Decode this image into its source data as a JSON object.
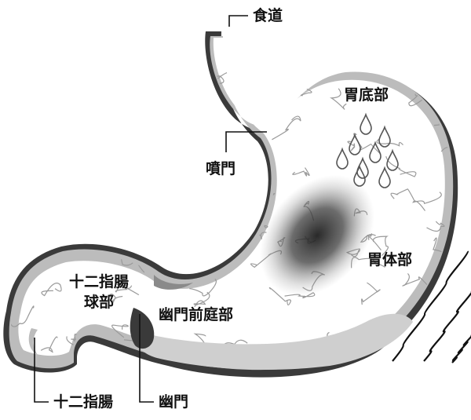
{
  "labels": {
    "esophagus": "食道",
    "fundus": "胃底部",
    "cardia": "噴門",
    "body": "胃体部",
    "duodenal_bulb_line1": "十二指腸",
    "duodenal_bulb_line2": "球部",
    "pyloric_antrum": "幽門前庭部",
    "duodenum": "十二指腸",
    "pylorus": "幽門"
  },
  "colors": {
    "outer_wall": "#3a3a3a",
    "fill": "#ffffff",
    "rim_shadow": "#bcbcbc",
    "bottom_lining": "#cfcfcf",
    "fold_lines": "#9a9a9a",
    "lesion": "#1e1e1e",
    "wavy_lines": "#111111",
    "label_text": "#111111"
  },
  "icons": {
    "droplets": "acid-droplet-icon",
    "wavy_lines": "pain-wave-icon"
  }
}
